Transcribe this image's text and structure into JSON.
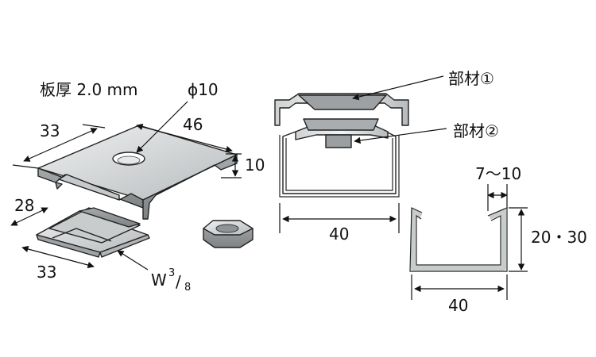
{
  "labels": {
    "thickness": "板厚 2.0 mm",
    "hole_dia": "ϕ10",
    "plate_length": "33",
    "plate_width": "46",
    "plate_height": "10",
    "clip_width": "28",
    "clip_length": "33",
    "thread": "W",
    "thread_num": "3",
    "thread_slash": "/",
    "thread_den": "8",
    "part1": "部材①",
    "part2": "部材②",
    "assembly_width": "40",
    "channel_lip": "7～10",
    "channel_height": "20・30",
    "channel_width": "40"
  },
  "colors": {
    "metal_top": "#d9dcdd",
    "metal_mid": "#b9bcbe",
    "metal_dark": "#8f9395",
    "line": "#222222"
  },
  "icons": [
    "arrow-icon",
    "hex-nut-icon",
    "dimension-line-icon"
  ]
}
